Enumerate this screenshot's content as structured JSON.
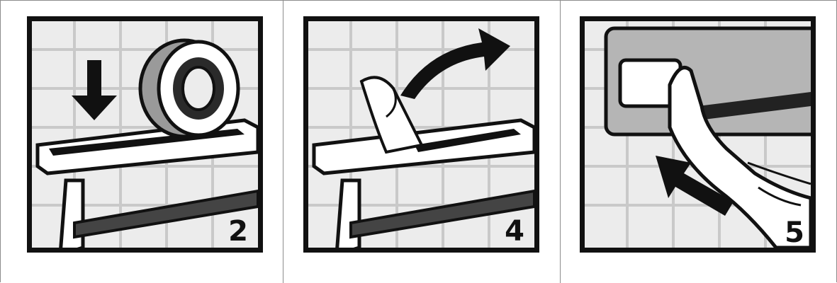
{
  "steps": [
    {
      "number": "2",
      "icon": "tape-roll-icon"
    },
    {
      "number": "4",
      "icon": "peel-backing-icon"
    },
    {
      "number": "5",
      "icon": "press-shelf-icon"
    }
  ]
}
